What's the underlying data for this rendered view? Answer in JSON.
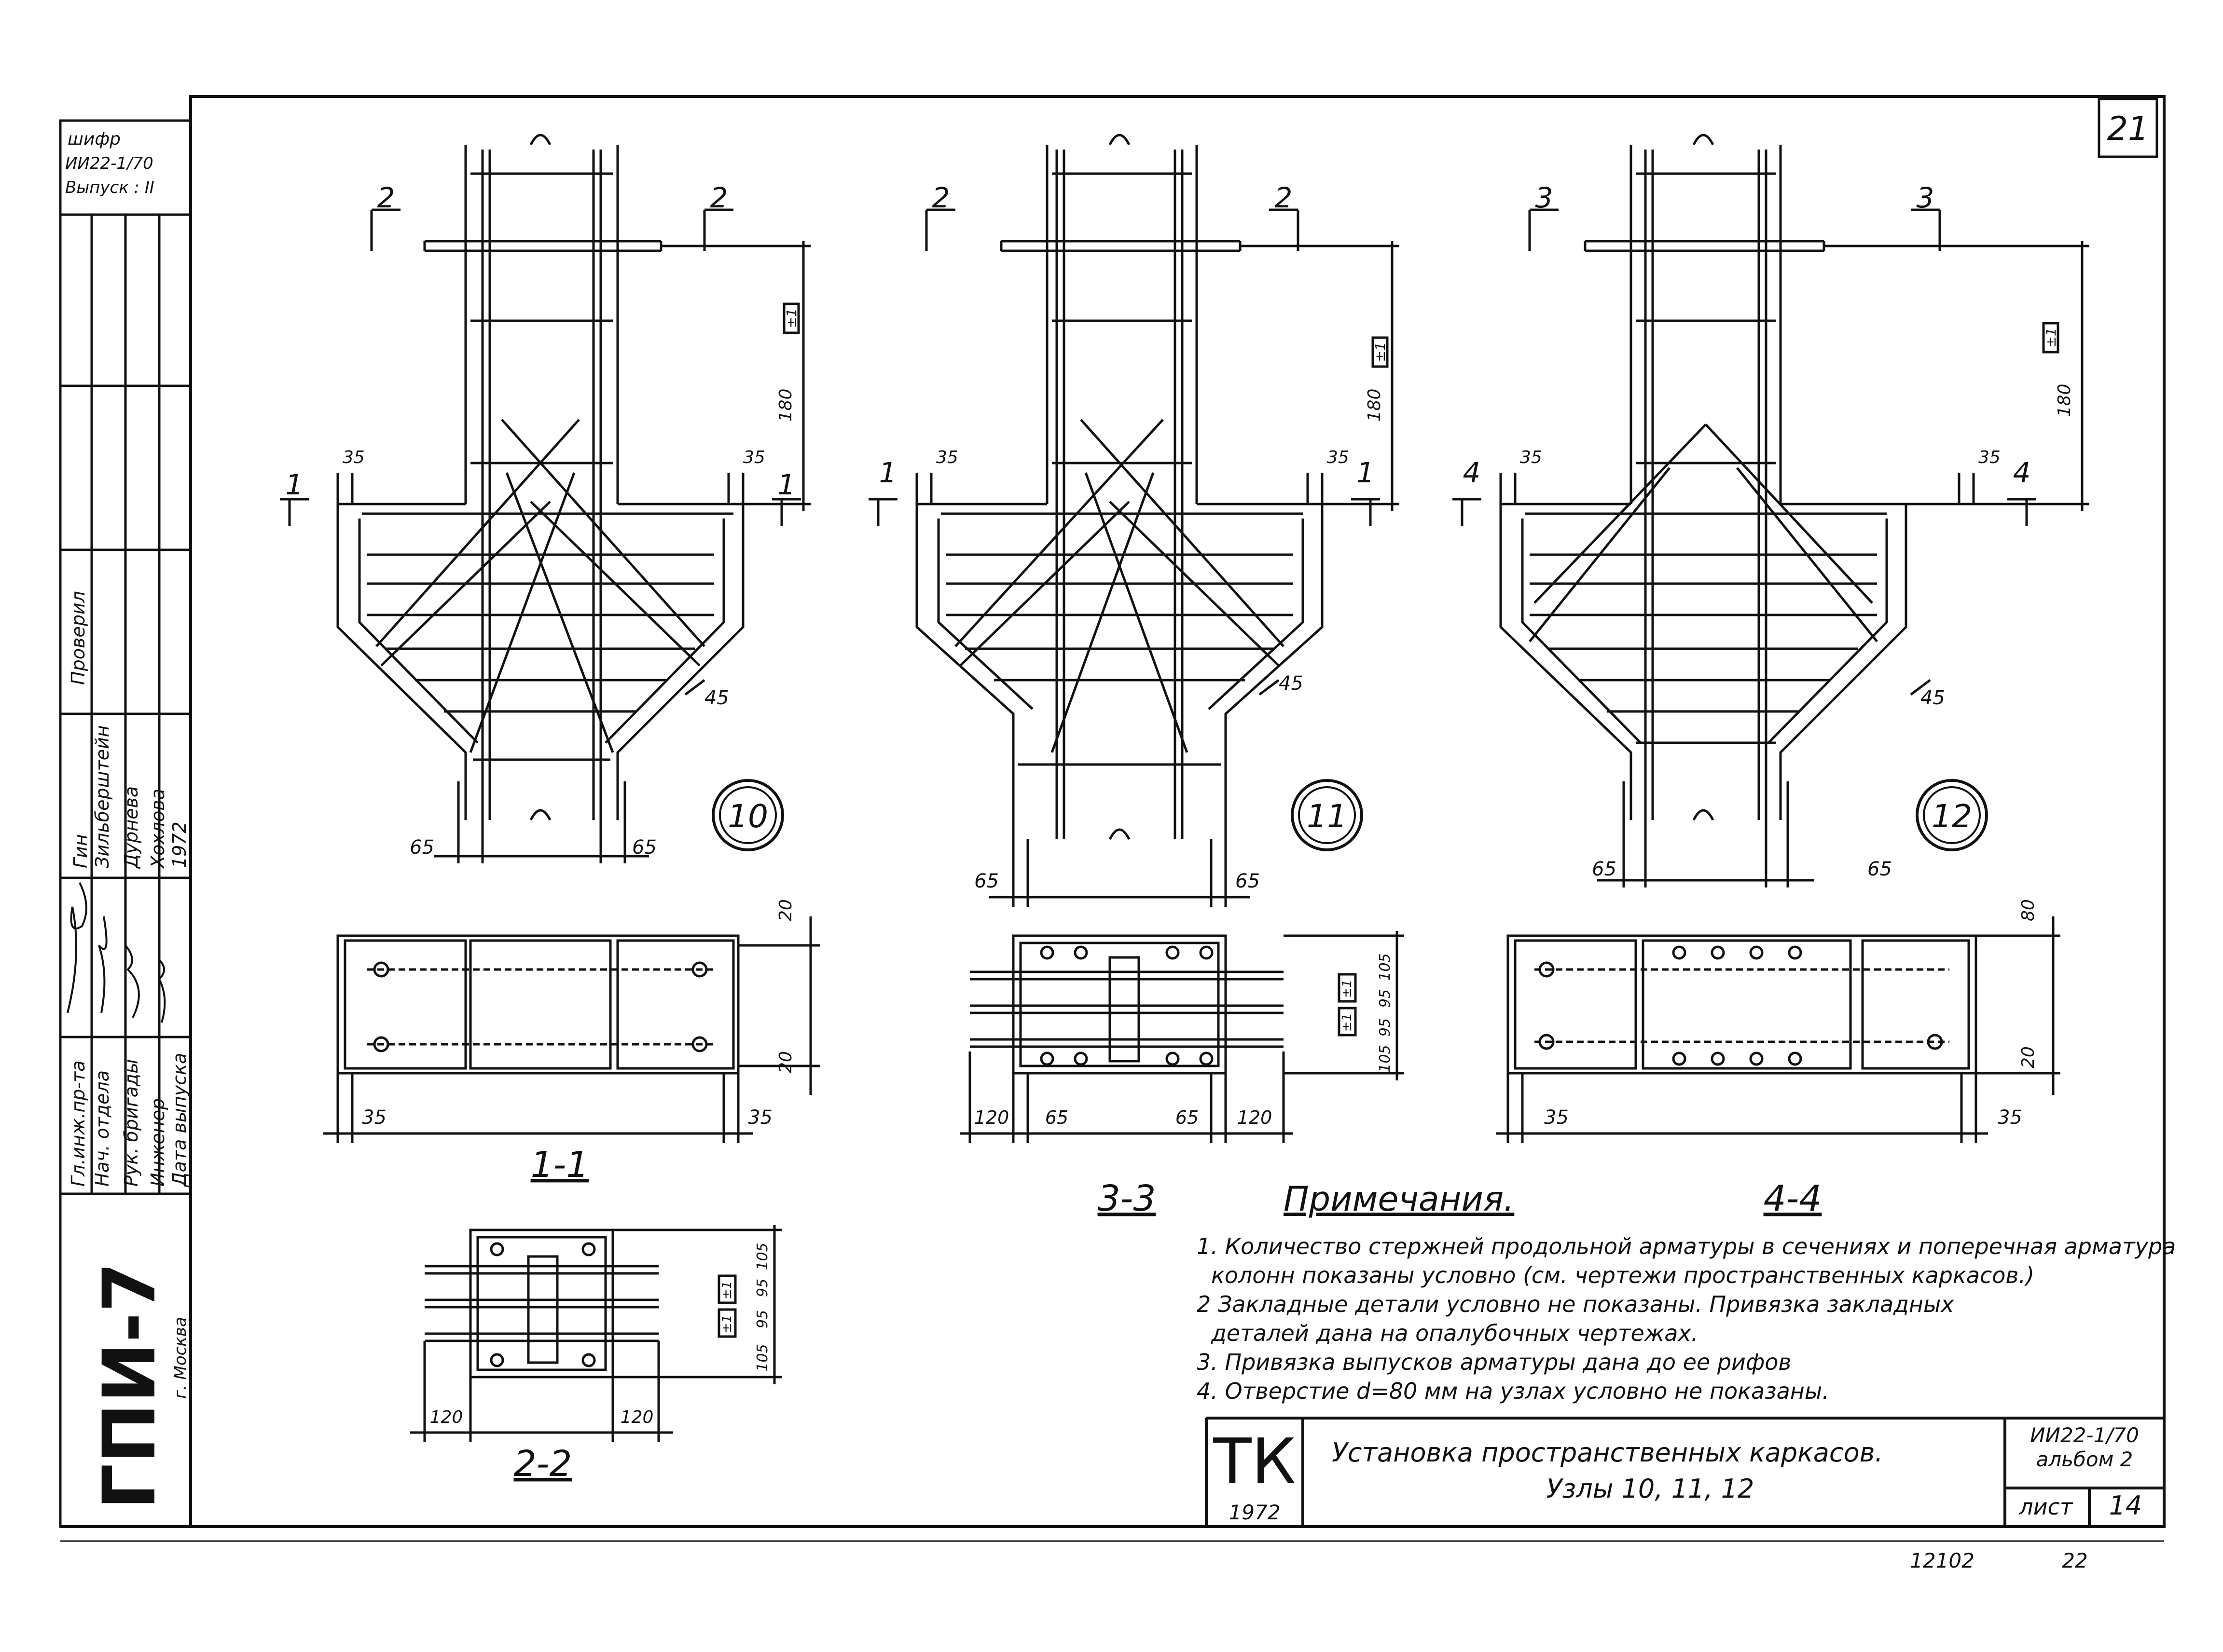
{
  "page_number": "21",
  "cipher": {
    "line1": "шифр",
    "line2": "ИИ22-1/70",
    "line3": "Выпуск : II"
  },
  "stamp_roles": [
    "Гл.инж.пр-та",
    "Нач. отдела",
    "Рук. бригады",
    "Инженер",
    "Дата выпуска"
  ],
  "stamp_names": [
    "Гин",
    "Зильберштейн",
    "Дурнева",
    "Хохлова",
    "1972"
  ],
  "stamp_check": "Проверил",
  "org": {
    "name": "ГПИ-7",
    "city": "г. Москва"
  },
  "nodes": [
    {
      "number": "10",
      "cut_top": "2",
      "cut_bottom": "1",
      "dim_height": "180",
      "tol": "±1",
      "edge": "35",
      "angle": "45",
      "outs": "65"
    },
    {
      "number": "11",
      "cut_top": "2",
      "cut_bottom": "1",
      "dim_height": "180",
      "tol": "±1",
      "edge": "35",
      "angle": "45",
      "outs": "65"
    },
    {
      "number": "12",
      "cut_top": "3",
      "cut_bottom": "4",
      "dim_height": "180",
      "tol": "±1",
      "edge": "35",
      "angle": "45",
      "outs": "65"
    }
  ],
  "sections": {
    "s11": {
      "label": "1-1",
      "dim_side": "35",
      "dim_top": "20",
      "dim_bottom": "20"
    },
    "s22": {
      "label": "2-2",
      "dim_side": "120",
      "dims_right": [
        "105",
        "95",
        "95",
        "105"
      ],
      "tol": "±1"
    },
    "s33": {
      "label": "3-3",
      "dims_bottom": [
        "120",
        "65",
        "65",
        "120"
      ],
      "dims_right": [
        "105",
        "95",
        "95",
        "105"
      ],
      "tol": "±1"
    },
    "s44": {
      "label": "4-4",
      "dim_side": "35",
      "dim_top": "80",
      "dim_bottom": "20"
    }
  },
  "notes": {
    "title": "Примечания.",
    "items": [
      "1. Количество стержней продольной арматуры в сечениях и поперечная арматура",
      "колонн показаны условно (см. чертежи пространственных каркасов.)",
      "2 Закладные детали условно не показаны. Привязка закладных",
      "деталей дана на опалубочных чертежах.",
      "3. Привязка выпусков арматуры дана до ее рифов",
      "4. Отверстие d=80 мм на узлах условно не показаны."
    ]
  },
  "title_block": {
    "org_mark": "ТК",
    "year": "1972",
    "title": "Установка пространственных каркасов.",
    "subtitle": "Узлы 10, 11, 12",
    "code": "ИИ22-1/70",
    "album": "альбом 2",
    "sheet_label": "лист",
    "sheet_no": "14"
  },
  "footer": {
    "left": "12102",
    "right": "22"
  }
}
